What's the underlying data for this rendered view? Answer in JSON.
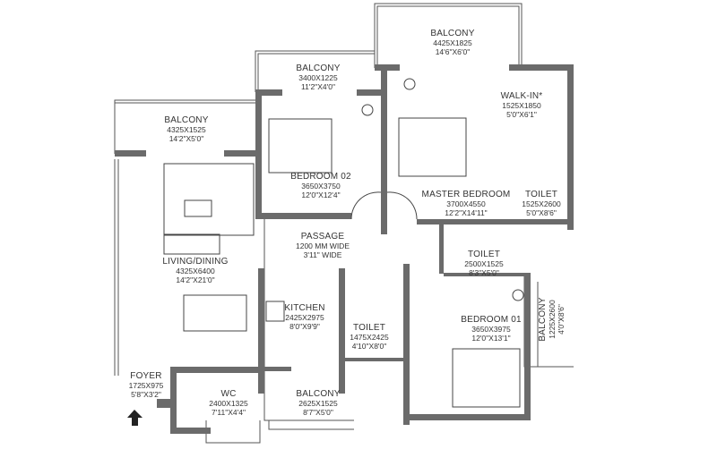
{
  "rooms": [
    {
      "id": "balcony-top",
      "name": "BALCONY",
      "mm": "4425X1825",
      "ft": "14'6\"X6'0\""
    },
    {
      "id": "balcony-bedroom02",
      "name": "BALCONY",
      "mm": "3400X1225",
      "ft": "11'2\"X4'0\""
    },
    {
      "id": "balcony-living",
      "name": "BALCONY",
      "mm": "4325X1525",
      "ft": "14'2\"X5'0\""
    },
    {
      "id": "bedroom-02",
      "name": "BEDROOM 02",
      "mm": "3650X3750",
      "ft": "12'0\"X12'4\""
    },
    {
      "id": "walk-in",
      "name": "WALK-IN*",
      "mm": "1525X1850",
      "ft": "5'0\"X6'1\""
    },
    {
      "id": "master-bedroom",
      "name": "MASTER BEDROOM",
      "mm": "3700X4550",
      "ft": "12'2\"X14'11\""
    },
    {
      "id": "toilet-master",
      "name": "TOILET",
      "mm": "1525X2600",
      "ft": "5'0\"X8'6\""
    },
    {
      "id": "passage",
      "name": "PASSAGE",
      "mm": "1200 MM WIDE",
      "ft": "3'11\" WIDE"
    },
    {
      "id": "living-dining",
      "name": "LIVING/DINING",
      "mm": "4325X6400",
      "ft": "14'2\"X21'0\""
    },
    {
      "id": "toilet-bedroom01",
      "name": "TOILET",
      "mm": "2500X1525",
      "ft": "8'3\"X5'0\""
    },
    {
      "id": "kitchen",
      "name": "KITCHEN",
      "mm": "2425X2975",
      "ft": "8'0\"X9'9\""
    },
    {
      "id": "toilet-common",
      "name": "TOILET",
      "mm": "1475X2425",
      "ft": "4'10\"X8'0\""
    },
    {
      "id": "bedroom-01",
      "name": "BEDROOM 01",
      "mm": "3650X3975",
      "ft": "12'0\"X13'1\""
    },
    {
      "id": "balcony-bedroom01",
      "name": "BALCONY",
      "mm": "1225X2600",
      "ft": "4'0\"X8'6\""
    },
    {
      "id": "foyer",
      "name": "FOYER",
      "mm": "1725X975",
      "ft": "5'8\"X3'2\""
    },
    {
      "id": "wc",
      "name": "WC",
      "mm": "2400X1325",
      "ft": "7'11\"X4'4\""
    },
    {
      "id": "balcony-kitchen",
      "name": "BALCONY",
      "mm": "2625X1525",
      "ft": "8'7\"X5'0\""
    }
  ],
  "colors": {
    "wall": "#6b6b6b",
    "line": "#444444"
  }
}
